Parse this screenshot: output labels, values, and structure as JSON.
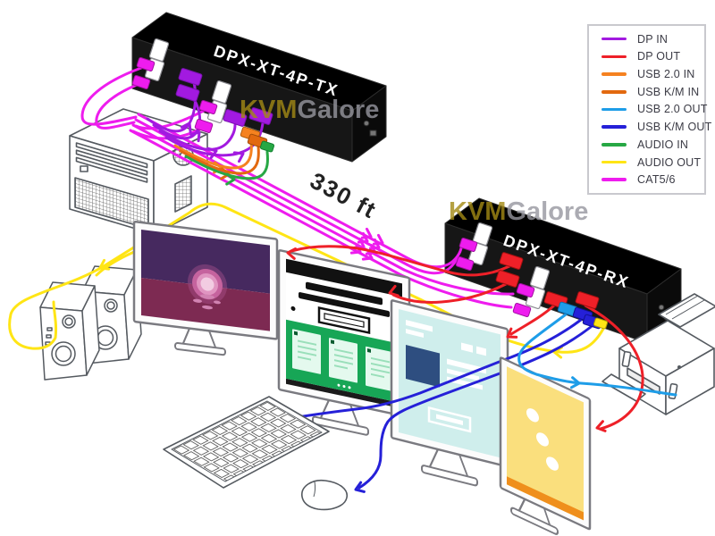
{
  "legend": {
    "items": [
      {
        "label": "DP IN",
        "color": "#a21ae0"
      },
      {
        "label": "DP OUT",
        "color": "#ee2028"
      },
      {
        "label": "USB 2.0 IN",
        "color": "#f58220"
      },
      {
        "label": "USB K/M IN",
        "color": "#e2690f"
      },
      {
        "label": "USB 2.0 OUT",
        "color": "#1e9de8"
      },
      {
        "label": "USB K/M OUT",
        "color": "#2520d8"
      },
      {
        "label": "AUDIO IN",
        "color": "#27a844"
      },
      {
        "label": "AUDIO OUT",
        "color": "#ffe515"
      },
      {
        "label": "CAT5/6",
        "color": "#ee1cee"
      }
    ]
  },
  "devices": {
    "transmitter": "DPX-XT-4P-TX",
    "receiver": "DPX-XT-4P-RX"
  },
  "annotations": {
    "distance": "330 ft"
  },
  "watermark": {
    "kvm": "KVM",
    "galore": "Galore",
    "kvm_color": "#a38a15",
    "galore_color": "#97979f"
  },
  "colors": {
    "dp_in": "#a21ae0",
    "dp_out": "#ee2028",
    "usb2_in": "#f58220",
    "usbkm_in": "#e2690f",
    "usb2_out": "#1e9de8",
    "usbkm_out": "#2520d8",
    "audio_in": "#27a844",
    "audio_out": "#ffe515",
    "cat56": "#ee1cee"
  }
}
